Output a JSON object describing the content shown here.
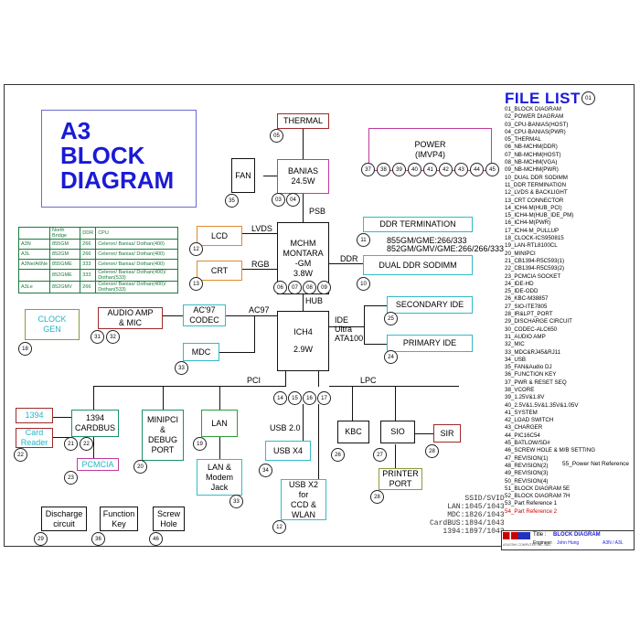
{
  "title": {
    "line1": "A3",
    "line2": "BLOCK",
    "line3": "DIAGRAM"
  },
  "file_list": {
    "title": "FILE LIST",
    "badge": "01",
    "items": [
      "01_BLOCK DIAGRAM",
      "02_POWER DIAGRAM",
      "03_CPU-BANIAS(HOST)",
      "04_CPU-BANIAS(PWR)",
      "05_THERMAL",
      "06_NB-MCHM(DDR)",
      "07_NB-MCHM(HOST)",
      "08_NB-MCHM(VGA)",
      "09_NB-MCHM(PWR)",
      "10_DUAL DDR SODIMM",
      "11_DDR TERMINATION",
      "12_LVDS & BACKLIGHT",
      "13_CRT CONNECTOR",
      "14_ICH4-M(HUB_PCI)",
      "15_ICH4-M(HUB_IDE_PM)",
      "16_ICH4-M(PWR)",
      "17_ICH4-M_PULLUP",
      "18_CLOCK-ICS950815",
      "19_LAN-RTL8100CL",
      "20_MINIPCI",
      "21_CB1394-R5C593(1)",
      "22_CB1394-R5C593(2)",
      "23_PCMCIA SOCKET",
      "24_IDE-HD",
      "25_IDE-ODD",
      "26_KBC-M38857",
      "27_SIO-ITE7805",
      "28_IR&LPT_PORT",
      "29_DISCHARGE CIRCUIT",
      "30_CODEC-ALC650",
      "31_AUDIO AMP",
      "32_MIC",
      "33_MDC&RJ45&RJ11",
      "34_USB",
      "35_FAN&Audio DJ",
      "36_FUNCTION KEY",
      "37_PWR & RESET SEQ",
      "38_VCORE",
      "39_1.25V&1.8V",
      "40_2.5V&1.5V&1.35V&1.05V",
      "41_SYSTEM",
      "42_LOAD SWITCH",
      "43_CHARGER",
      "44_PIC16C54",
      "45_BATLOW/SD#",
      "46_SCREW HOLE & M/B SETTING",
      "47_REVISION(1)",
      "48_REVISION(2)",
      "49_REVISION(3)",
      "50_REVISION(4)",
      "51_BLOCK DIAGRAM 5E",
      "52_BLOCK DIAGRAM 7H",
      "53_Part Reference 1",
      "54_Part Reference 2"
    ],
    "note": "55_Power Net Reference"
  },
  "nb_table": {
    "headers": [
      "",
      "North Bridge",
      "DDR",
      "CPU"
    ],
    "rows": [
      [
        "A3N",
        "855GM",
        "266",
        "Celeron/ Banias/ Dothan(400)"
      ],
      [
        "A3L",
        "852GM",
        "266",
        "Celeron/ Banias/ Dothan(400)"
      ],
      [
        "A3Ne/A6Ne",
        "855GME",
        "333",
        "Celeron/ Banias/ Dothan(400)"
      ],
      [
        "",
        "852GME",
        "333",
        "Celeron/ Banias/ Dothan(400)/ Dothan(533)"
      ],
      [
        "A3Le",
        "852GMV",
        "266",
        "Celeron/ Banias/ Dothan(400)/ Dothan(533)"
      ]
    ]
  },
  "blocks": {
    "thermal": "THERMAL",
    "fan": "FAN",
    "banias": "BANIAS",
    "banias_power": "24.5W",
    "power": "POWER",
    "power_sub": "(IMVP4)",
    "mchm_1": "MCHM",
    "mchm_2": "MONTARA",
    "mchm_3": "-GM",
    "mchm_4": "3.8W",
    "lcd": "LCD",
    "crt": "CRT",
    "ddr_term": "DDR  TERMINATION",
    "ddr_sodimm": "DUAL DDR SODIMM",
    "ddr_note_1": "855GM/GME:266/333",
    "ddr_note_2": "852GM/GMV/GME:266/266/333",
    "clock_1": "CLOCK",
    "clock_2": "GEN",
    "audio_1": "AUDIO AMP",
    "audio_2": "& MIC",
    "codec_1": "AC'97",
    "codec_2": "CODEC",
    "mdc": "MDC",
    "ich4": "ICH4",
    "ich4_power": "2.9W",
    "secondary_ide": "SECONDARY IDE",
    "primary_ide": "PRIMARY IDE",
    "b1394": "1394",
    "cardbus_1": "1394",
    "cardbus_2": "CARDBUS",
    "card_reader_1": "Card",
    "card_reader_2": "Reader",
    "pcmcia": "PCMCIA",
    "minipci_1": "MINIPCI",
    "minipci_2": "&",
    "minipci_3": "DEBUG",
    "minipci_4": "PORT",
    "lan": "LAN",
    "lan_modem_1": "LAN &",
    "lan_modem_2": "Modem",
    "lan_modem_3": "Jack",
    "usb_x4": "USB X4",
    "usb_x2_1": "USB X2",
    "usb_x2_2": "for",
    "usb_x2_3": "CCD &",
    "usb_x2_4": "WLAN",
    "kbc": "KBC",
    "sio": "SIO",
    "sir": "SIR",
    "printer_1": "PRINTER",
    "printer_2": "PORT",
    "discharge_1": "Discharge",
    "discharge_2": "circuit",
    "function_1": "Function",
    "function_2": "Key",
    "screw_1": "Screw",
    "screw_2": "Hole"
  },
  "bus_labels": {
    "psb": "PSB",
    "lvds": "LVDS",
    "rgb": "RGB",
    "ddr": "DDR",
    "hub": "HUB",
    "ac97": "AC97",
    "ide": "IDE",
    "ide_ultra": "Ultra",
    "ide_ata": "ATA100",
    "pci": "PCI",
    "lpc": "LPC",
    "usb20": "USB 2.0"
  },
  "pins": {
    "thermal": "05",
    "fan": "35",
    "banias_a": "03",
    "banias_b": "04",
    "power": [
      "37",
      "38",
      "39",
      "40",
      "41",
      "42",
      "43",
      "44",
      "45"
    ],
    "lcd": "12",
    "crt": "13",
    "mchm": [
      "06",
      "07",
      "08",
      "09"
    ],
    "ddr_term": "11",
    "ddr_sodimm": "10",
    "clock": "18",
    "audio_a": "31",
    "audio_b": "32",
    "mdc": "33",
    "secondary_ide": "25",
    "primary_ide": "24",
    "ich4": [
      "14",
      "15",
      "16",
      "17"
    ],
    "card_reader": "22",
    "cardbus_a": "21",
    "cardbus_b": "22",
    "pcmcia": "23",
    "minipci": "20",
    "lan": "19",
    "lan_modem": "33",
    "usb_x4": "34",
    "usb_x2": "12",
    "kbc": "26",
    "sio": "27",
    "sir": "28",
    "printer": "28",
    "discharge": "29",
    "function": "36",
    "screw": "46"
  },
  "ssid": {
    "line1": "SSID/SVID",
    "line2": "LAN:1045/1043",
    "line3": "MDC:1826/1043",
    "line4": "CardBUS:1894/1043",
    "line5": "1394:1897/1043"
  },
  "title_block": {
    "title_label": "Title :",
    "title_value": "BLOCK DIAGRAM",
    "engineer_label": "Engineer:",
    "engineer_value": "John Hung",
    "company": "ASUSTeK COMPUTER INC. NB1",
    "project": "A3N / A3L"
  }
}
